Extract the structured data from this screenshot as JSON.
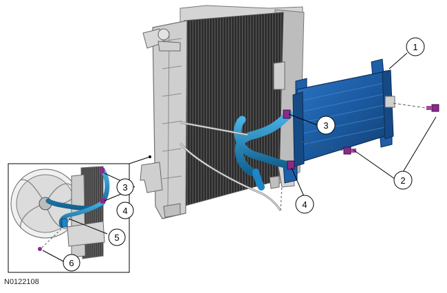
{
  "figure_id": "N0122108",
  "callouts": [
    {
      "id": "c1",
      "label": "1"
    },
    {
      "id": "c2",
      "label": "2"
    },
    {
      "id": "c3a",
      "label": "3"
    },
    {
      "id": "c4a",
      "label": "4"
    },
    {
      "id": "c3b",
      "label": "3"
    },
    {
      "id": "c4b",
      "label": "4"
    },
    {
      "id": "c5",
      "label": "5"
    },
    {
      "id": "c6",
      "label": "6"
    }
  ],
  "colors": {
    "radiator_frame": "#c8c8c8",
    "radiator_core": "#3a3a3a",
    "cooler": "#1f5fa8",
    "hose": "#1e86c8",
    "clamp": "#8a2a8a",
    "leader": "#000000"
  }
}
